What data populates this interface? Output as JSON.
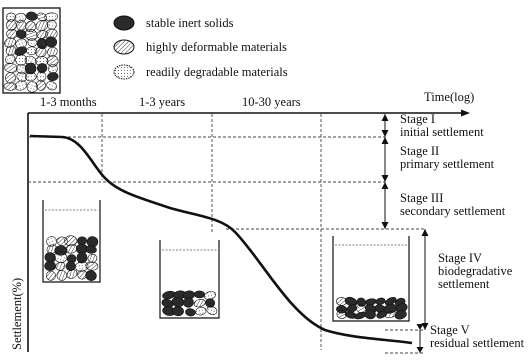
{
  "legend": {
    "items": [
      {
        "label": "stable inert solids",
        "icon": "stable-inert-solids-icon"
      },
      {
        "label": "highly deformable materials",
        "icon": "deformable-materials-icon"
      },
      {
        "label": "readily degradable materials",
        "icon": "degradable-materials-icon"
      }
    ]
  },
  "time_axis": {
    "label": "Time(log)",
    "periods": [
      "1-3 months",
      "1-3 years",
      "10-30 years"
    ]
  },
  "y_axis": {
    "label": "Settlement(%)"
  },
  "stages": [
    {
      "name": "Stage I",
      "desc": [
        "initial settlement"
      ]
    },
    {
      "name": "Stage II",
      "desc": [
        "primary settlement"
      ]
    },
    {
      "name": "Stage III",
      "desc": [
        "secondary settlement"
      ]
    },
    {
      "name": "Stage IV",
      "desc": [
        "biodegradative",
        "settlement"
      ]
    },
    {
      "name": "Stage V",
      "desc": [
        "residual settlement"
      ]
    }
  ],
  "colors": {
    "ink": "#111111",
    "grid": "#333333",
    "waste": "#2a2a2a"
  }
}
